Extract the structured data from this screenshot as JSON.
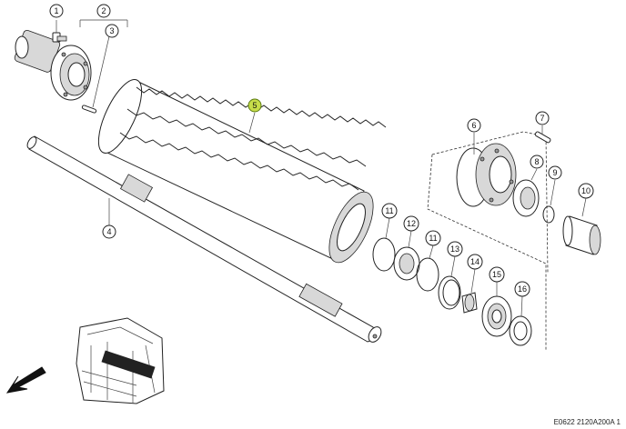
{
  "callouts": [
    {
      "id": "c1",
      "label": "1",
      "highlighted": false
    },
    {
      "id": "c2",
      "label": "2",
      "highlighted": false
    },
    {
      "id": "c3",
      "label": "3",
      "highlighted": false
    },
    {
      "id": "c4",
      "label": "4",
      "highlighted": false
    },
    {
      "id": "c5",
      "label": "5",
      "highlighted": true
    },
    {
      "id": "c6",
      "label": "6",
      "highlighted": false
    },
    {
      "id": "c7",
      "label": "7",
      "highlighted": false
    },
    {
      "id": "c8",
      "label": "8",
      "highlighted": false
    },
    {
      "id": "c9",
      "label": "9",
      "highlighted": false
    },
    {
      "id": "c10",
      "label": "10",
      "highlighted": false
    },
    {
      "id": "c11a",
      "label": "11",
      "highlighted": false
    },
    {
      "id": "c12",
      "label": "12",
      "highlighted": false
    },
    {
      "id": "c11b",
      "label": "11",
      "highlighted": false
    },
    {
      "id": "c13",
      "label": "13",
      "highlighted": false
    },
    {
      "id": "c14",
      "label": "14",
      "highlighted": false
    },
    {
      "id": "c15",
      "label": "15",
      "highlighted": false
    },
    {
      "id": "c16",
      "label": "16",
      "highlighted": false
    }
  ],
  "reference_code": "E0622 2120A200A 1",
  "colors": {
    "highlight": "#c7dd4a",
    "line": "#222222"
  },
  "icons": {
    "direction": "arrow-left-down-icon",
    "machine": "machine-location-thumbnail"
  }
}
